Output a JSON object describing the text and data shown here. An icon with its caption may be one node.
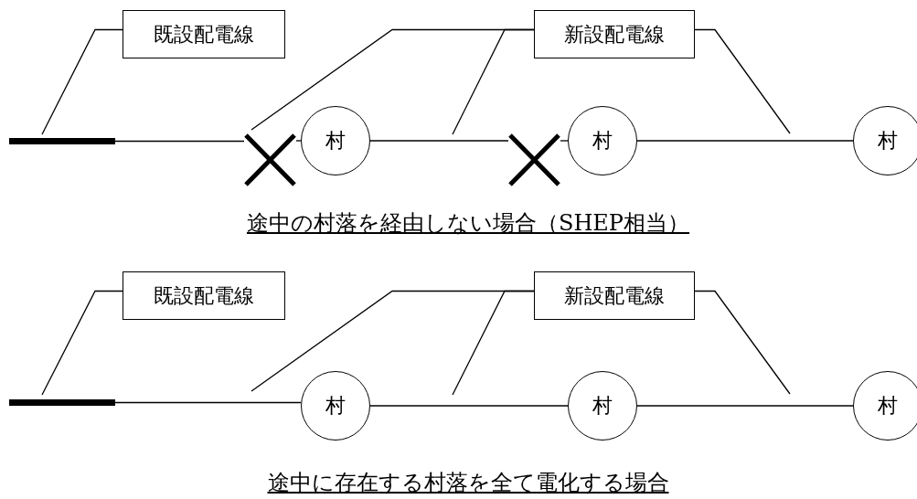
{
  "diagram": {
    "nodes": [
      {
        "text": [
          "既設配電線"
        ]
      },
      {
        "text": [
          "新設配電線"
        ]
      },
      {
        "text": [],
        "shape": "bar"
      },
      {
        "text": [],
        "shape": "cross"
      },
      {
        "text": [
          "村"
        ]
      },
      {
        "text": [],
        "shape": "cross"
      },
      {
        "text": [
          "村"
        ]
      },
      {
        "text": [
          "村"
        ]
      },
      {
        "text": [
          "既設配電線"
        ]
      },
      {
        "text": [
          "新設配電線"
        ]
      },
      {
        "text": [],
        "shape": "bar"
      },
      {
        "text": [
          "村"
        ]
      },
      {
        "text": [
          "村"
        ]
      },
      {
        "text": [
          "村"
        ]
      }
    ],
    "edges": [
      {
        "from": 0,
        "to": 2,
        "arrow": "none"
      },
      {
        "from": 1,
        "to": 3,
        "arrow": "none"
      },
      {
        "from": 1,
        "to": null,
        "arrow": "none"
      },
      {
        "from": 1,
        "to": null,
        "arrow": "none"
      },
      {
        "from": 2,
        "to": 3,
        "arrow": "none"
      },
      {
        "from": 3,
        "to": 4,
        "arrow": "none"
      },
      {
        "from": 4,
        "to": 5,
        "arrow": "none"
      },
      {
        "from": 5,
        "to": 6,
        "arrow": "none"
      },
      {
        "from": 6,
        "to": 7,
        "arrow": "none"
      },
      {
        "from": 8,
        "to": 10,
        "arrow": "none"
      },
      {
        "from": 9,
        "to": null,
        "arrow": "none"
      },
      {
        "from": 9,
        "to": null,
        "arrow": "none"
      },
      {
        "from": 9,
        "to": null,
        "arrow": "none"
      },
      {
        "from": 10,
        "to": 11,
        "arrow": "none"
      },
      {
        "from": 11,
        "to": 12,
        "arrow": "none"
      },
      {
        "from": 12,
        "to": 13,
        "arrow": "none"
      }
    ],
    "labels": [
      "途中の村落を経由しない場合（SHEP相当）",
      "途中に存在する村落を全て電化する場合"
    ]
  }
}
